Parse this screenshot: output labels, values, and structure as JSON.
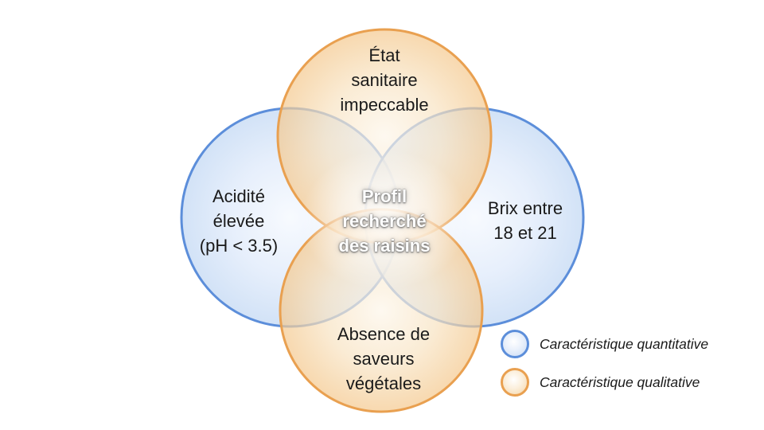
{
  "diagram": {
    "center_label": "Profil\nrecherché\ndes raisins",
    "circles": {
      "top": {
        "label": "État\nsanitaire\nimpeccable",
        "type": "qualitative"
      },
      "left": {
        "label": "Acidité\nélevée\n(pH < 3.5)",
        "type": "quantitative"
      },
      "right": {
        "label": "Brix entre\n18 et 21",
        "type": "quantitative"
      },
      "bottom": {
        "label": "Absence de\nsaveurs\nvégétales",
        "type": "qualitative"
      }
    }
  },
  "legend": {
    "items": [
      {
        "swatch": "blue-circle",
        "label": "Caractéristique quantitative"
      },
      {
        "swatch": "orange-circle",
        "label": "Caractéristique qualitative"
      }
    ]
  },
  "colors": {
    "quantitative_stroke": "#5C8EDA",
    "quantitative_fill": "#C7DAF5",
    "qualitative_stroke": "#E9A050",
    "qualitative_fill": "#F6D4A4",
    "label_text": "#1A1A1A",
    "center_text": "#FFFFFF",
    "background": "#FFFFFF"
  }
}
